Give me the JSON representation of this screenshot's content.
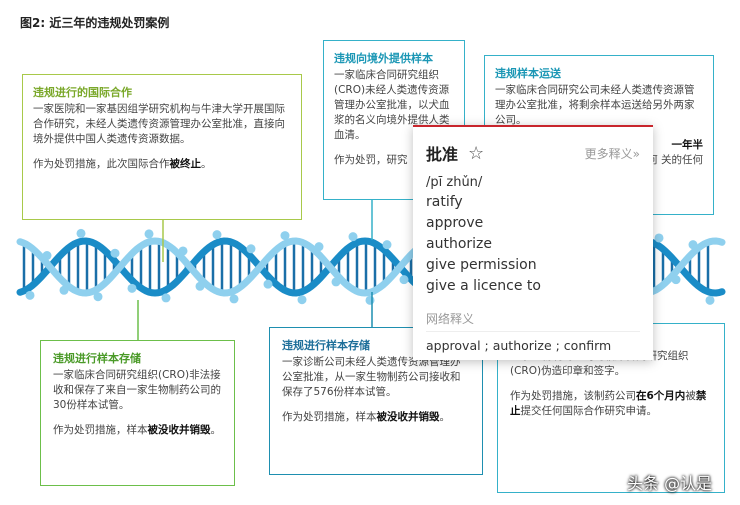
{
  "figure_title": "图2: 近三年的违规处罚案例",
  "cases": [
    {
      "title": "违规进行的国际合作",
      "body": "一家医院和一家基因组学研究机构与牛津大学开展国际合作研究，未经人类遗传资源管理办公室批准，直接向境外提供中国人类遗传资源数据。",
      "penalty_prefix": "作为处罚措施，此次国际合作",
      "penalty_strong": "被终止",
      "penalty_suffix": "。"
    },
    {
      "title": "违规向境外提供样本",
      "body": "一家临床合同研究组织(CRO)未经人类遗传资源管理办公室批准，以犬血浆的名义向境外提供人类血清。",
      "penalty_prefix": "作为处罚，研究",
      "penalty_strong": "",
      "penalty_suffix": ""
    },
    {
      "title": "违规样本运送",
      "body": "一家临床合同研究公司未经人类遗传资源管理办公室批准，将剩余样本运送给另外两家公司。",
      "penalty_prefix": "",
      "penalty_strong": "一年半",
      "penalty_suffix": "任何 关的任何"
    },
    {
      "title": "违规进行样本存储",
      "body": "一家临床合同研究组织(CRO)非法接收和保存了来自一家生物制药公司的30份样本试管。",
      "penalty_prefix": "作为处罚措施，样本",
      "penalty_strong": "被没收并销毁",
      "penalty_suffix": "。"
    },
    {
      "title": "违规进行样本存储",
      "body": "一家诊断公司未经人类遗传资源管理办公室批准，从一家生物制药公司接收和保存了576份样本试管。",
      "penalty_prefix": "作为处罚措施，样本",
      "penalty_strong": "被没收并销毁",
      "penalty_suffix": "。"
    },
    {
      "title": "供应商造假",
      "body": "一家生物制药公司的临床合同研究组织(CRO)伪造印章和签字。",
      "penalty_prefix": "作为处罚措施，该制药公司",
      "penalty_strong": "在6个月内",
      "penalty_suffix": "被",
      "penalty_strong2": "禁止",
      "penalty_suffix2": "提交任何国际合作研究申请。"
    }
  ],
  "popup": {
    "word": "批准",
    "star_icon": "☆",
    "more_label": "更多释义»",
    "phonetic": "/pī zhǔn/",
    "definitions": [
      "ratify",
      "approve",
      "authorize",
      "give permission",
      "give a licence to"
    ],
    "net_label": "网络释义",
    "net_definition": "approval ; authorize ; confirm"
  },
  "watermark": "头条 @认是",
  "colors": {
    "accent_green": "#a8c94a",
    "accent_blue": "#35b1c9",
    "popup_border": "#c8252c",
    "helix_dark": "#1a8cc7",
    "helix_light": "#8fd0ee"
  }
}
